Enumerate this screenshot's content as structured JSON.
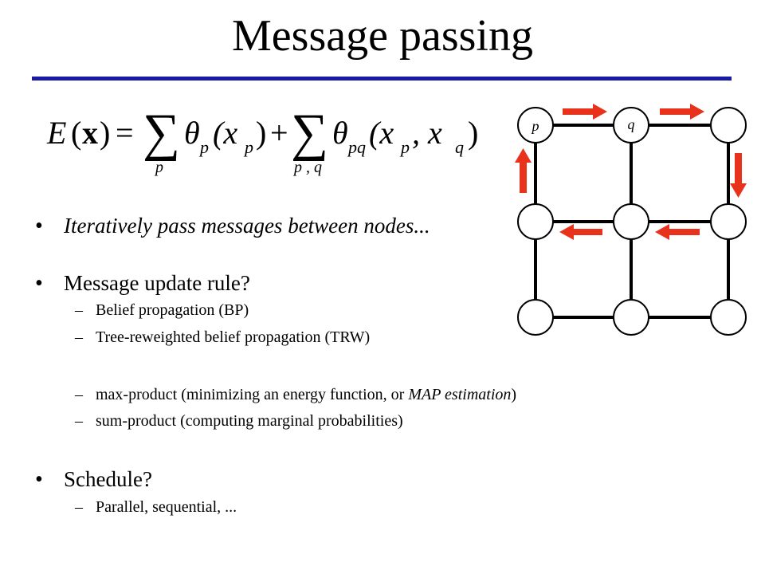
{
  "slide": {
    "title": "Message passing",
    "accent_color": "#1a1aa6",
    "arrow_color": "#e8321c"
  },
  "formula": {
    "lhs_E": "E",
    "lhs_open": "(",
    "lhs_x": "x",
    "lhs_close": ")",
    "equals": "=",
    "sum1": "∑",
    "sum1_index": "p",
    "theta1": "θ",
    "theta1_sub": "p",
    "theta1_arg": "(x",
    "theta1_arg_sub": "p",
    "theta1_arg_close": ")",
    "plus": "+",
    "sum2": "∑",
    "sum2_index": "p , q",
    "theta2": "θ",
    "theta2_sub": "pq",
    "theta2_arg_a": "(x",
    "theta2_arg_a_sub": "p",
    "theta2_comma": ", x",
    "theta2_arg_b_sub": "q",
    "theta2_close": ")"
  },
  "bullets": [
    {
      "dot": "•",
      "text": "Iteratively pass messages between nodes..."
    },
    {
      "dot": "•",
      "text": "Message update rule?"
    },
    {
      "dot": "•",
      "text": "Schedule?"
    }
  ],
  "update_rule_items": [
    {
      "dash": "–",
      "text": "Belief propagation (BP)"
    },
    {
      "dash": "–",
      "text": "Tree-reweighted belief propagation (TRW)"
    }
  ],
  "product_items": [
    {
      "dash": "–",
      "text_before": "max-product (minimizing an energy function, or ",
      "text_italic": "MAP estimation",
      "text_after": ")"
    },
    {
      "dash": "–",
      "text": "sum-product (computing marginal probabilities)"
    }
  ],
  "schedule_items": [
    {
      "dash": "–",
      "text": "Parallel, sequential, ..."
    }
  ],
  "grid": {
    "node_label_p": "p",
    "node_label_q": "q"
  }
}
